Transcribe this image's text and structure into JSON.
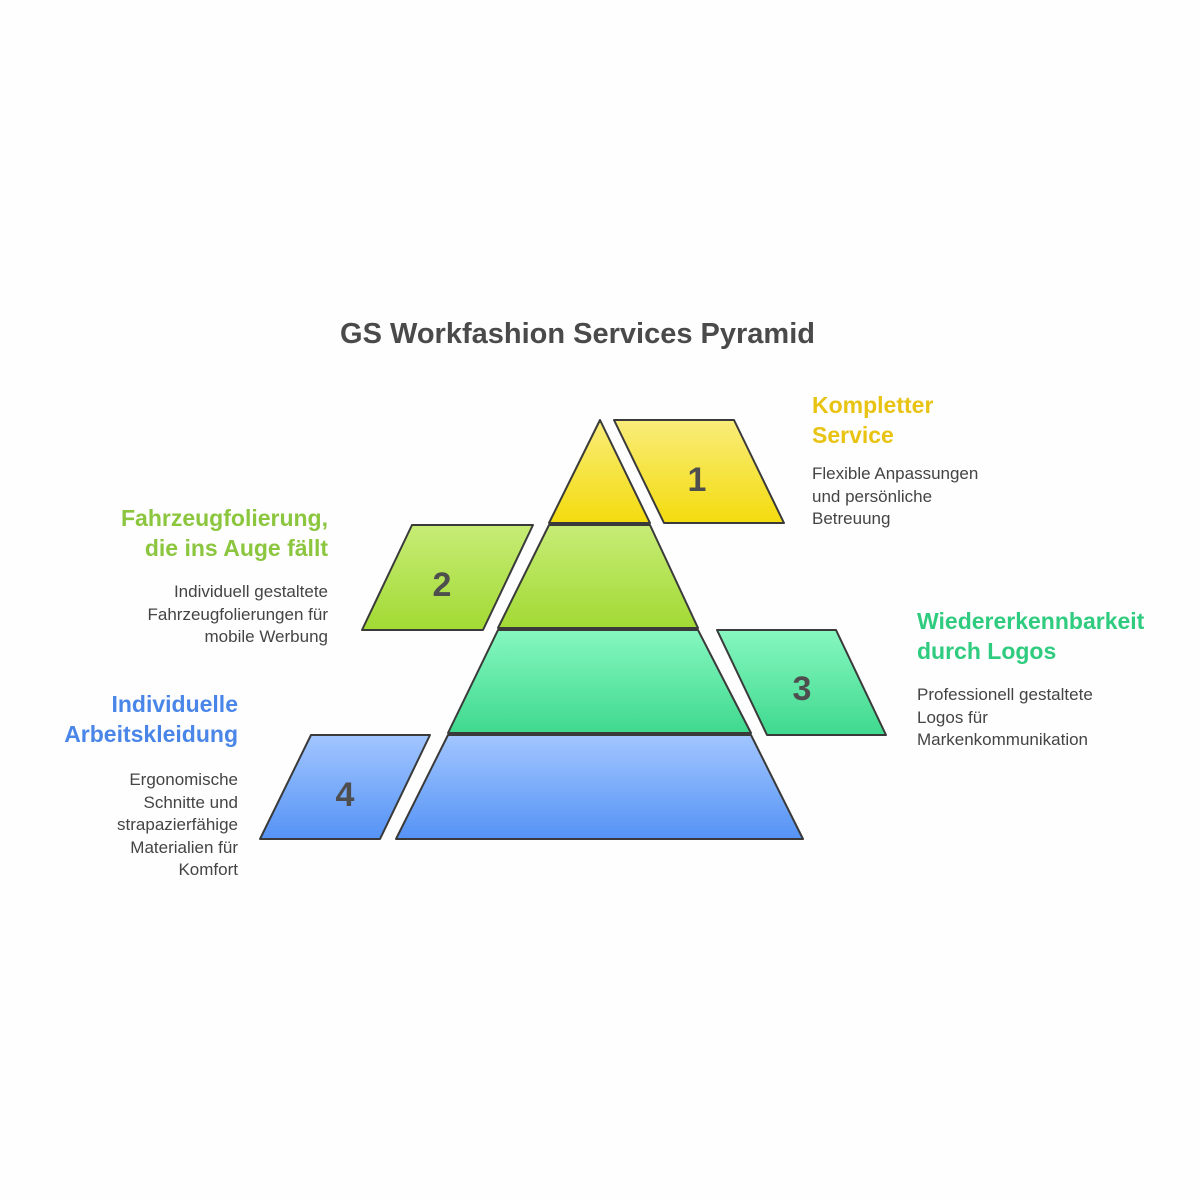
{
  "title": "GS Workfashion Services Pyramid",
  "colors": {
    "level1": "#f5dc1c",
    "level2": "#a8dd3e",
    "level3": "#55e6a3",
    "level4": "#6ba5f5",
    "stroke": "#3a3a3a"
  },
  "levels": [
    {
      "number": "1",
      "heading": "Kompletter Service",
      "description": "Flexible Anpassungen und persönliche Betreuung"
    },
    {
      "number": "2",
      "heading": "Fahrzeugfolierung, die ins Auge fällt",
      "description": "Individuell gestaltete Fahrzeugfolierungen für mobile Werbung"
    },
    {
      "number": "3",
      "heading": "Wiedererkennbarkeit durch Logos",
      "description": "Professionell gestaltete Logos für Markenkommunikation"
    },
    {
      "number": "4",
      "heading": "Individuelle Arbeitskleidung",
      "description": "Ergonomische Schnitte und strapazierfähige Materialien für Komfort"
    }
  ]
}
